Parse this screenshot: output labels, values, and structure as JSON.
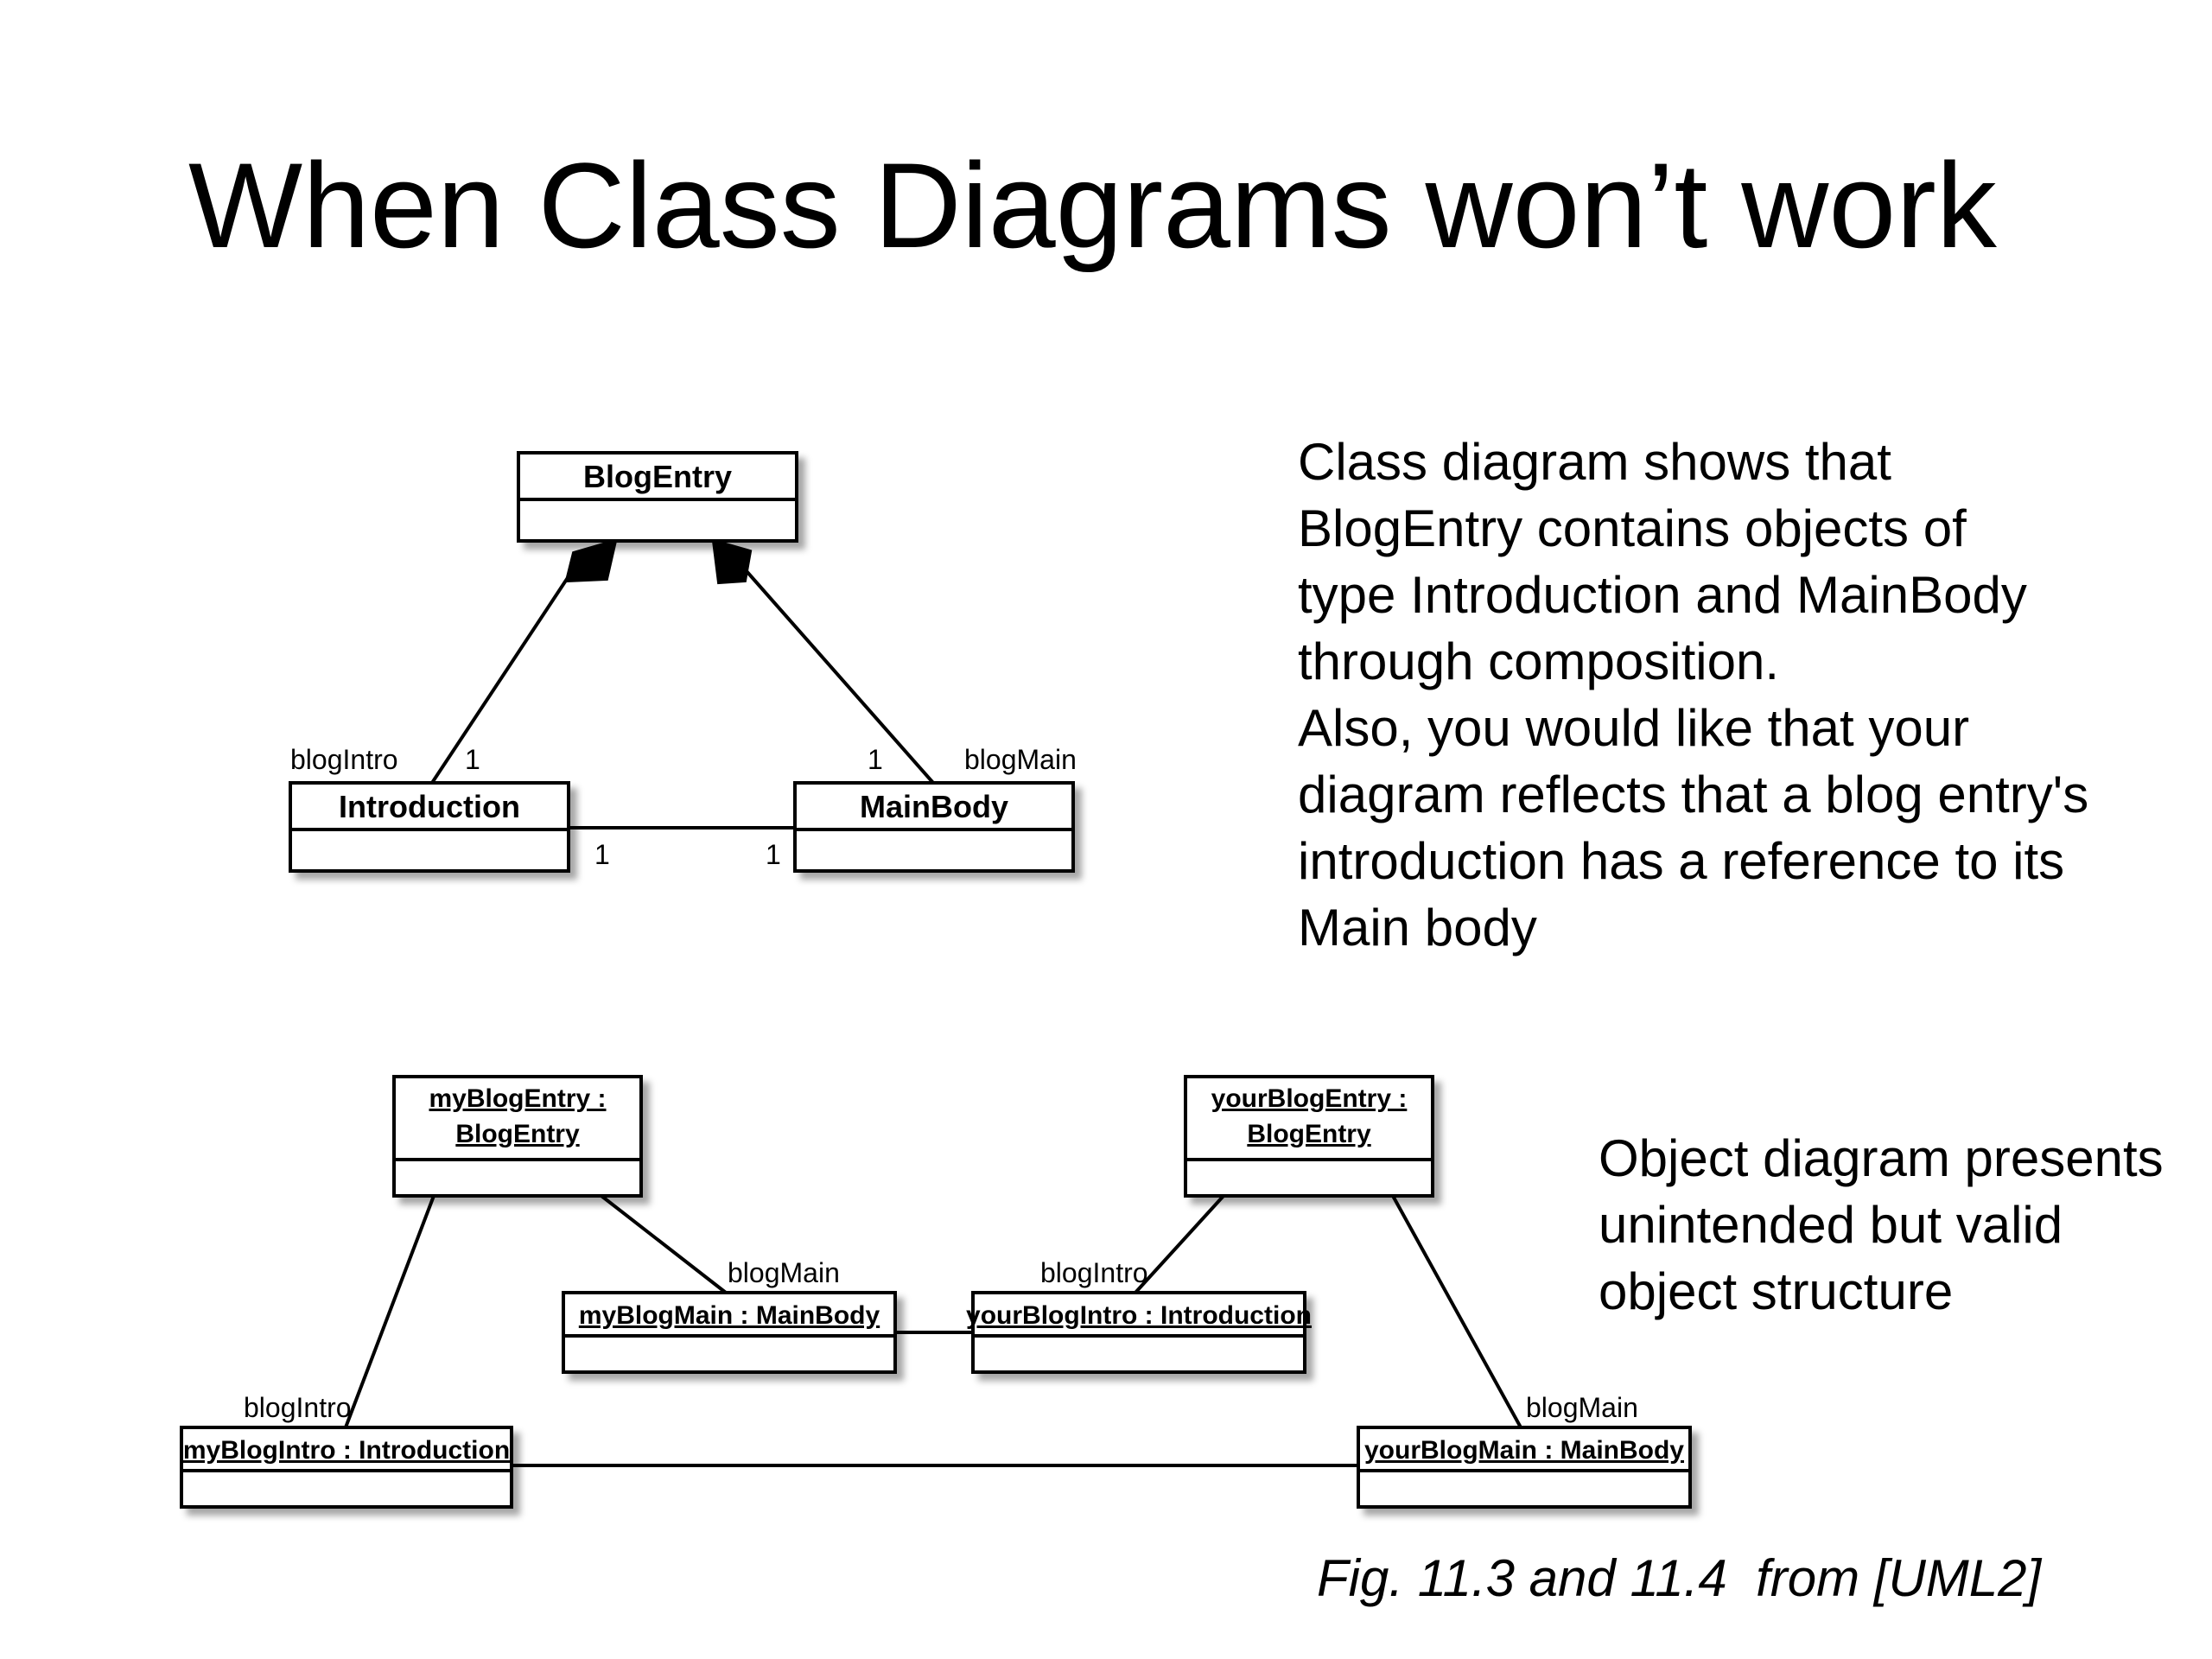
{
  "slide": {
    "title": "When Class Diagrams won’t work",
    "class_description": [
      "Class diagram shows that",
      "BlogEntry contains objects of",
      "type Introduction and MainBody",
      "through composition.",
      "Also, you would like that your",
      "diagram reflects that a blog entry's",
      "introduction has a reference to its",
      "Main body"
    ],
    "object_description": [
      "Object diagram presents",
      "unintended but valid",
      "object structure"
    ],
    "caption": "Fig. 11.3 and 11.4  from [UML2]"
  },
  "class_diagram": {
    "classes": {
      "blog_entry": "BlogEntry",
      "introduction": "Introduction",
      "main_body": "MainBody"
    },
    "roles": {
      "blog_intro": "blogIntro",
      "blog_main": "blogMain"
    },
    "multiplicities": {
      "intro_end": "1",
      "main_end": "1",
      "assoc_intro_end": "1",
      "assoc_main_end": "1"
    }
  },
  "object_diagram": {
    "my_blog_entry": {
      "name": "myBlogEntry :",
      "type": "BlogEntry"
    },
    "your_blog_entry": {
      "name": "yourBlogEntry :",
      "type": "BlogEntry"
    },
    "my_blog_main": "myBlogMain : MainBody",
    "your_blog_intro": "yourBlogIntro : Introduction",
    "my_blog_intro": "myBlogIntro : Introduction",
    "your_blog_main": "yourBlogMain : MainBody",
    "roles": {
      "my_main_role": "blogMain",
      "your_intro_role": "blogIntro",
      "my_intro_role": "blogIntro",
      "your_main_role": "blogMain"
    }
  }
}
